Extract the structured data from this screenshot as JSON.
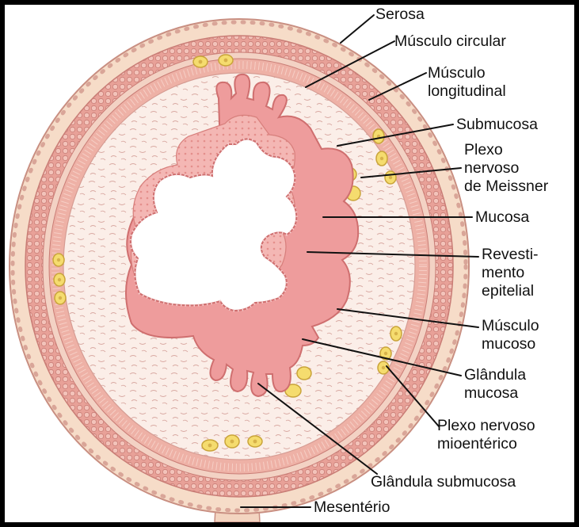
{
  "labels": {
    "serosa": "Serosa",
    "musculo_circular": "Músculo circular",
    "musculo_longitudinal": [
      "Músculo",
      "longitudinal"
    ],
    "submucosa": "Submucosa",
    "plexo_meissner": [
      "Plexo",
      "nervoso",
      "de Meissner"
    ],
    "mucosa": "Mucosa",
    "revestimento_epitelial": [
      "Revesti-",
      "mento",
      "epitelial"
    ],
    "musculo_mucoso": [
      "Músculo",
      "mucoso"
    ],
    "glandula_mucosa": [
      "Glândula",
      "mucosa"
    ],
    "plexo_mioenterico": [
      "Plexo nervoso",
      "mioentérico"
    ],
    "glandula_submucosa": "Glândula submucosa",
    "mesenterio": "Mesentério"
  },
  "colors": {
    "background": "#ffffff",
    "frame": "#000000",
    "serosa": "#f6dcc8",
    "muscle": "#e79a92",
    "muscle_cells": "#f0bcb2",
    "submucosa": "#fbeee8",
    "mucosa": "#ee9c9c",
    "mucosa_inner": "#f7c6c4",
    "nerve_plexus": "#f5dc6e",
    "lumen": "#ffffff"
  }
}
